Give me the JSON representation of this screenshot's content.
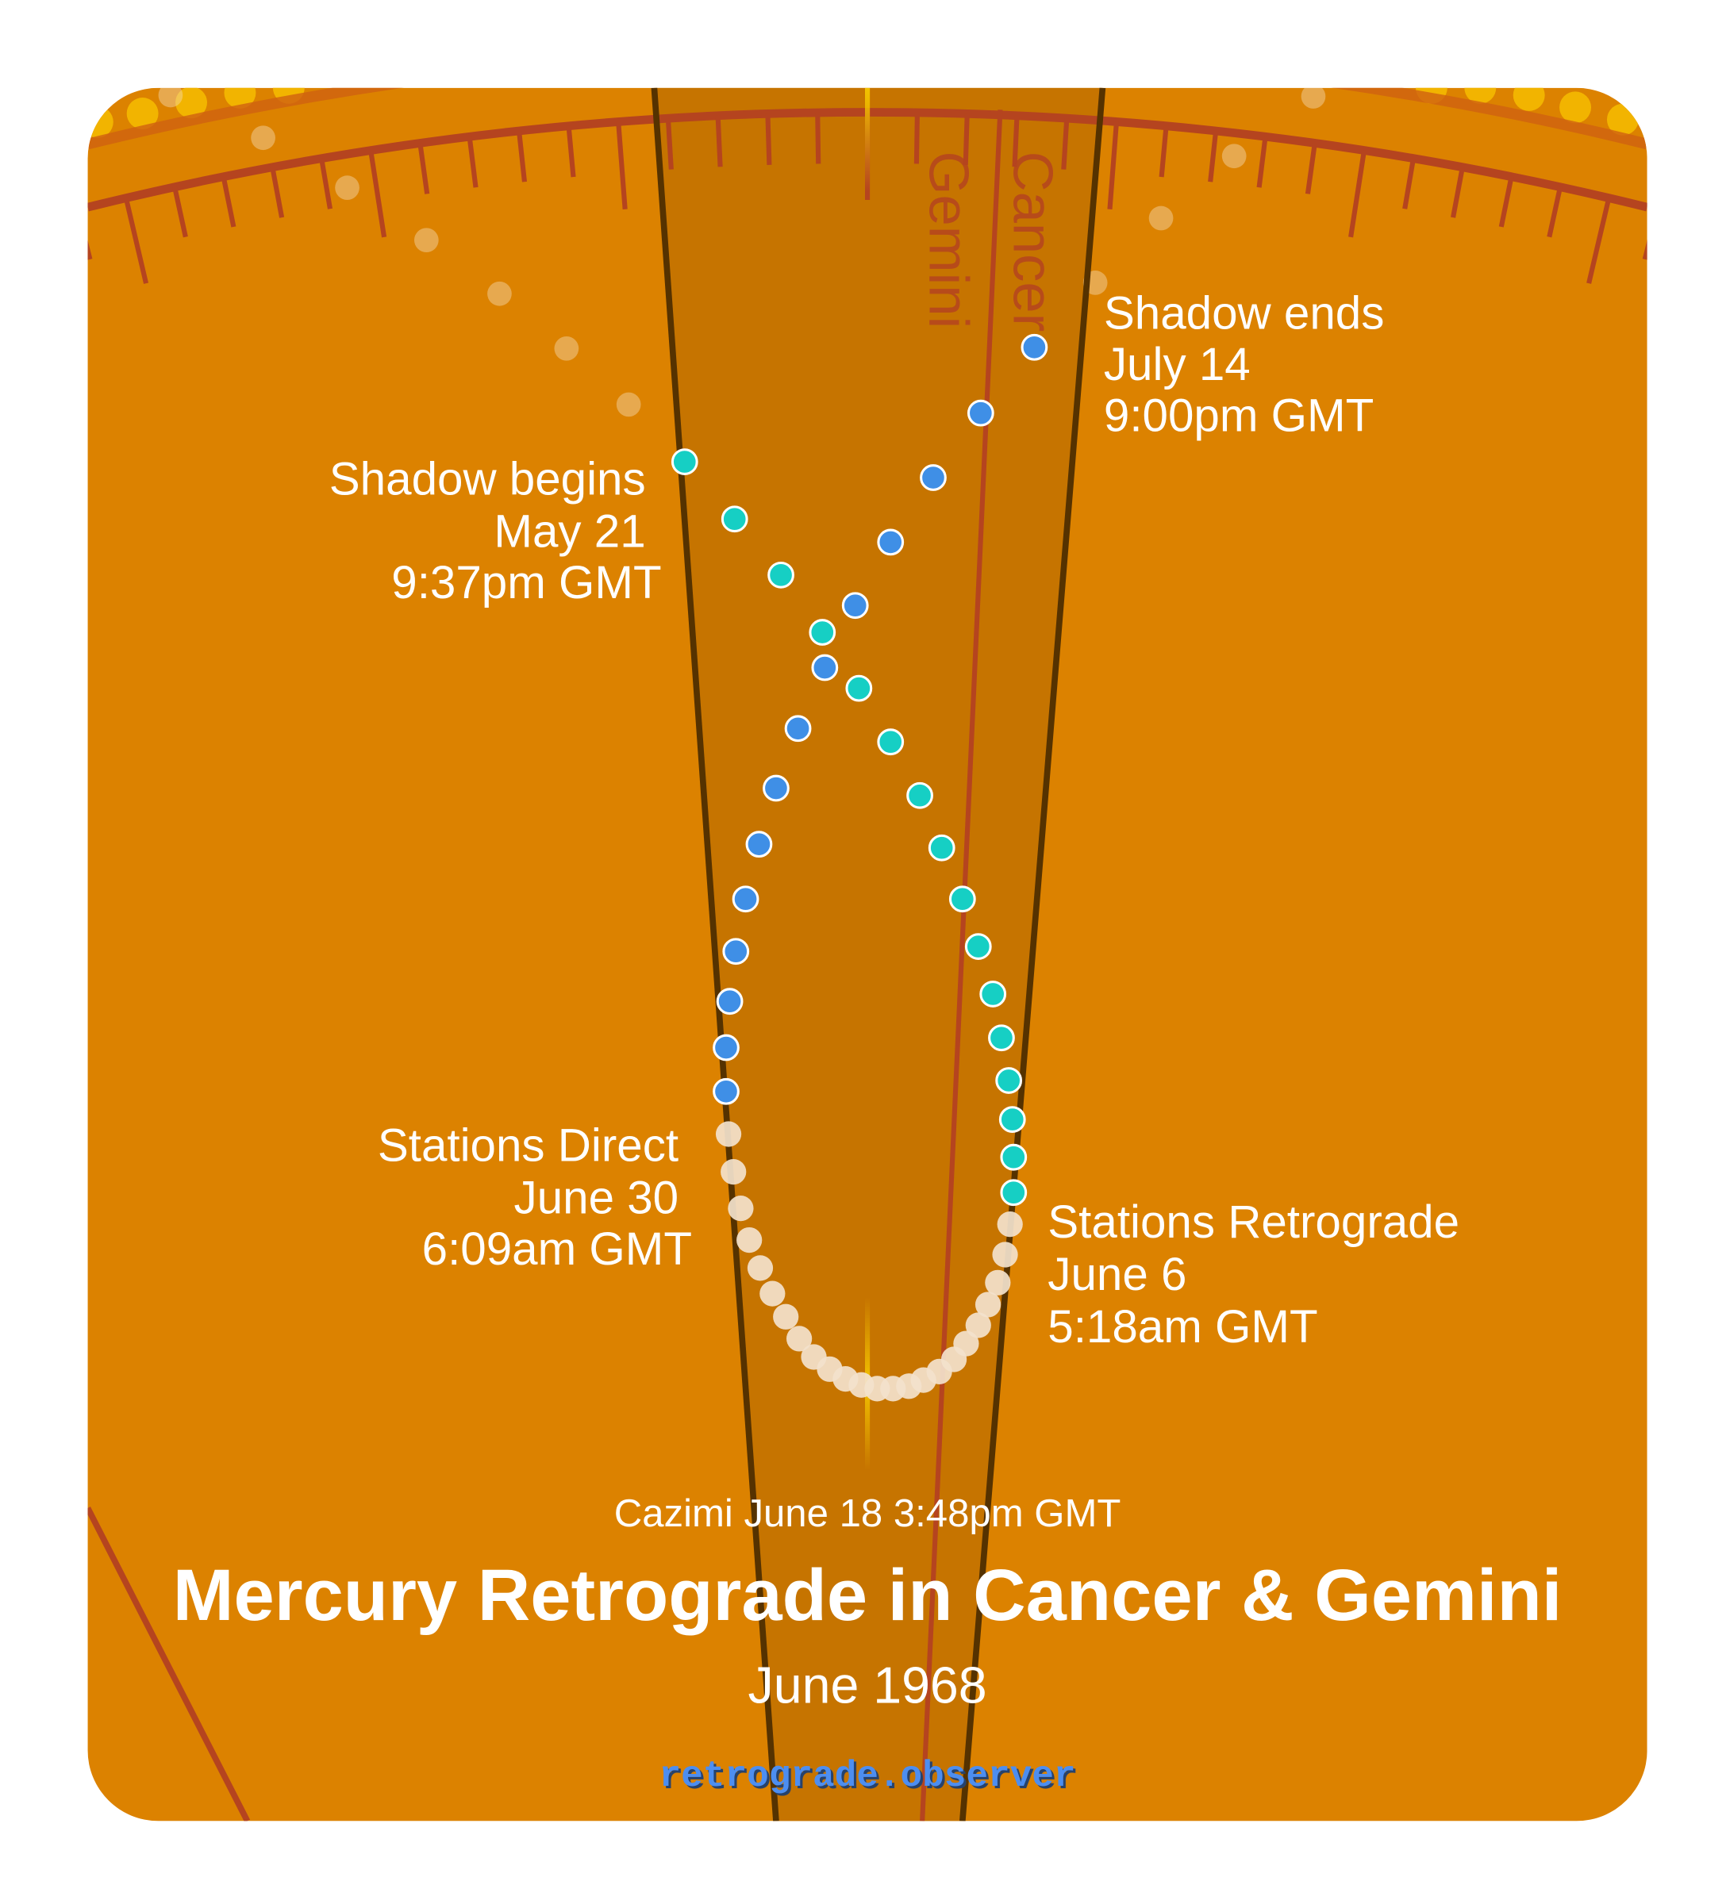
{
  "signs": {
    "cancer": "Cancer",
    "gemini": "Gemini"
  },
  "events": {
    "shadow_begins": {
      "title": "Shadow begins",
      "date": "May 21",
      "time": "9:37pm GMT"
    },
    "stations_retrograde": {
      "title": "Stations Retrograde",
      "date": "June 6",
      "time": "5:18am GMT"
    },
    "stations_direct": {
      "title": "Stations Direct",
      "date": "June 30",
      "time": "6:09am GMT"
    },
    "shadow_ends": {
      "title": "Shadow ends",
      "date": "July 14",
      "time": "9:00pm GMT"
    }
  },
  "cazimi": "Cazimi June 18 3:48pm GMT",
  "title": "Mercury Retrograde in Cancer & Gemini",
  "subtitle": "June 1968",
  "site": "retrograde.observer",
  "colors": {
    "background": "#dc8200",
    "wedge": "#c67400",
    "pre_shadow_dot": "#16cfc4",
    "retrograde_dot": "#f3e2cc",
    "post_shadow_dot": "#3f8fe6",
    "sign_boundary": "#b5441f",
    "sun_glow": "#f2c200"
  }
}
